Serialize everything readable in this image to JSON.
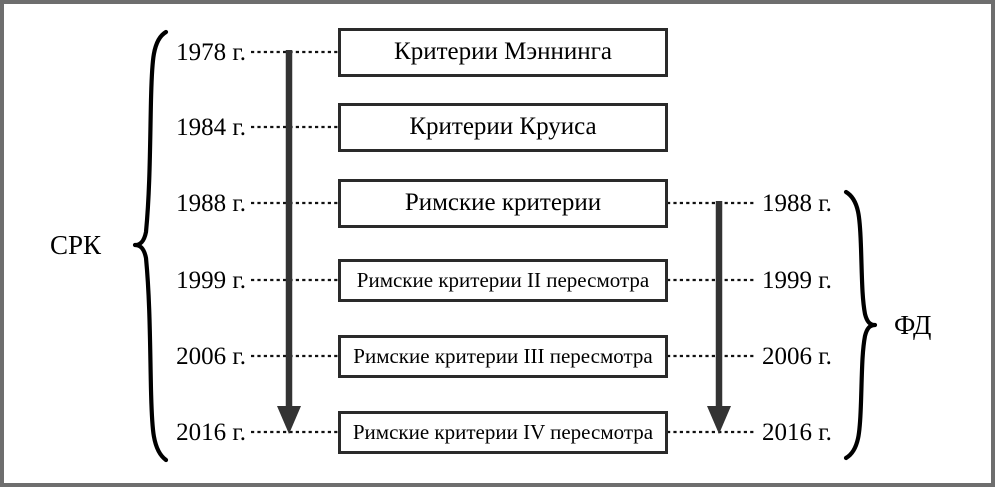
{
  "diagram": {
    "title_left_group": "СРК",
    "title_right_group": "ФД",
    "rows": [
      {
        "left_year": "1978 г.",
        "box_label": "Критерии Мэннинга",
        "right_year": ""
      },
      {
        "left_year": "1984 г.",
        "box_label": "Критерии Круиса",
        "right_year": ""
      },
      {
        "left_year": "1988 г.",
        "box_label": "Римские критерии",
        "right_year": "1988 г."
      },
      {
        "left_year": "1999 г.",
        "box_label": "Римские критерии II пересмотра",
        "right_year": "1999 г."
      },
      {
        "left_year": "2006 г.",
        "box_label": "Римские критерии III пересмотра",
        "right_year": "2006 г."
      },
      {
        "left_year": "2016 г.",
        "box_label": "Римские критерии IV пересмотра",
        "right_year": "2016 г."
      }
    ],
    "colors": {
      "frame": "#6e6e6e",
      "background": "#ffffff",
      "box_border": "#2a2a2a",
      "text": "#000000",
      "arrow": "#333333",
      "brace": "#000000",
      "connector": "#111111"
    }
  }
}
